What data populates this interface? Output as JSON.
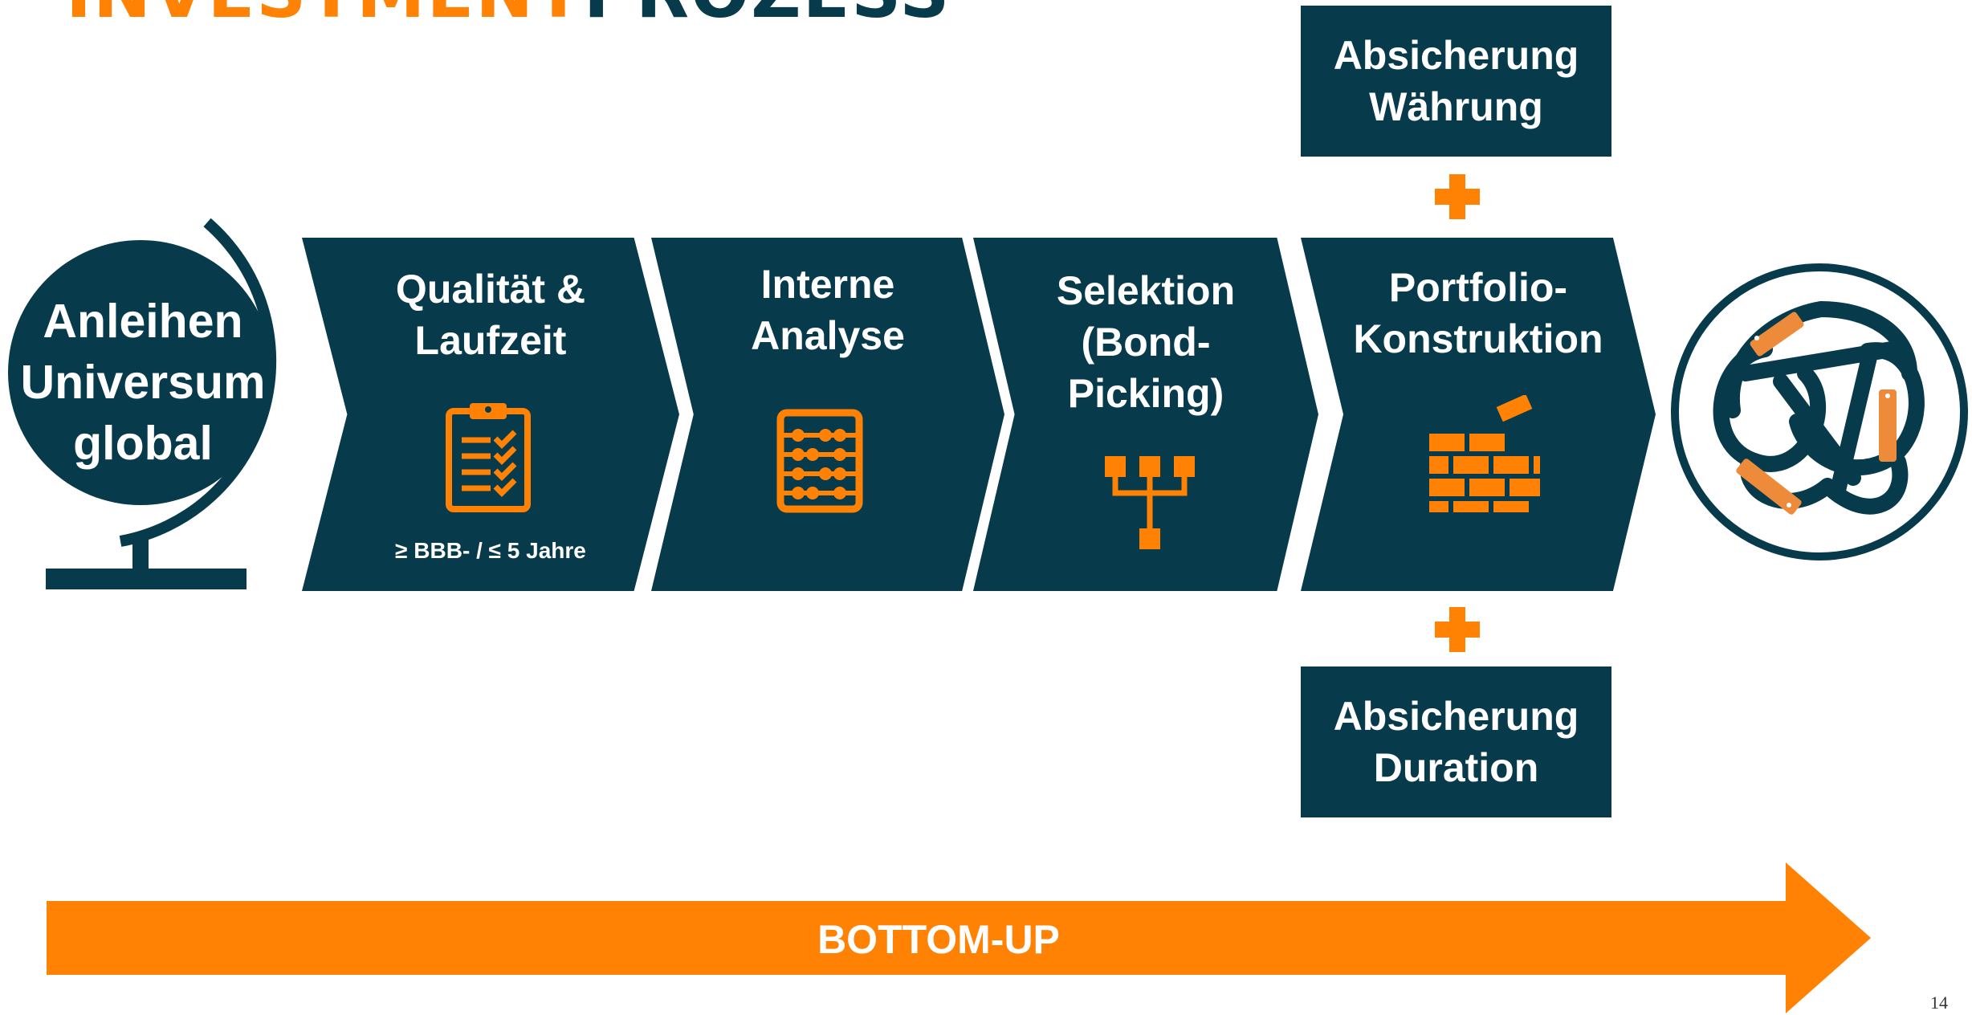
{
  "title": {
    "part1": "INVESTMENT",
    "part2": "PROZESS"
  },
  "colors": {
    "navy": "#073B4C",
    "orange": "#FF8205",
    "muted_orange": "#EE8B3A"
  },
  "universe": {
    "lines": [
      "Anleihen",
      "Universum",
      "global"
    ],
    "icon": "globe-icon"
  },
  "steps": [
    {
      "lines": [
        "Qualität &",
        "Laufzeit"
      ],
      "subtitle": "≥ BBB- / ≤ 5 Jahre",
      "icon": "clipboard-checklist-icon"
    },
    {
      "lines": [
        "Interne",
        "Analyse"
      ],
      "icon": "abacus-icon"
    },
    {
      "lines": [
        "Selektion",
        "(Bond-",
        "Picking)"
      ],
      "icon": "filter-tree-icon"
    },
    {
      "lines": [
        "Portfolio-",
        "Konstruktion"
      ],
      "icon": "brick-wall-icon"
    }
  ],
  "hedges": {
    "currency": {
      "lines": [
        "Absicherung",
        "Währung"
      ]
    },
    "duration": {
      "lines": [
        "Absicherung",
        "Duration"
      ]
    }
  },
  "result_icon": "knot-icon",
  "arrow": {
    "label": "BOTTOM-UP"
  },
  "page_number": "14"
}
